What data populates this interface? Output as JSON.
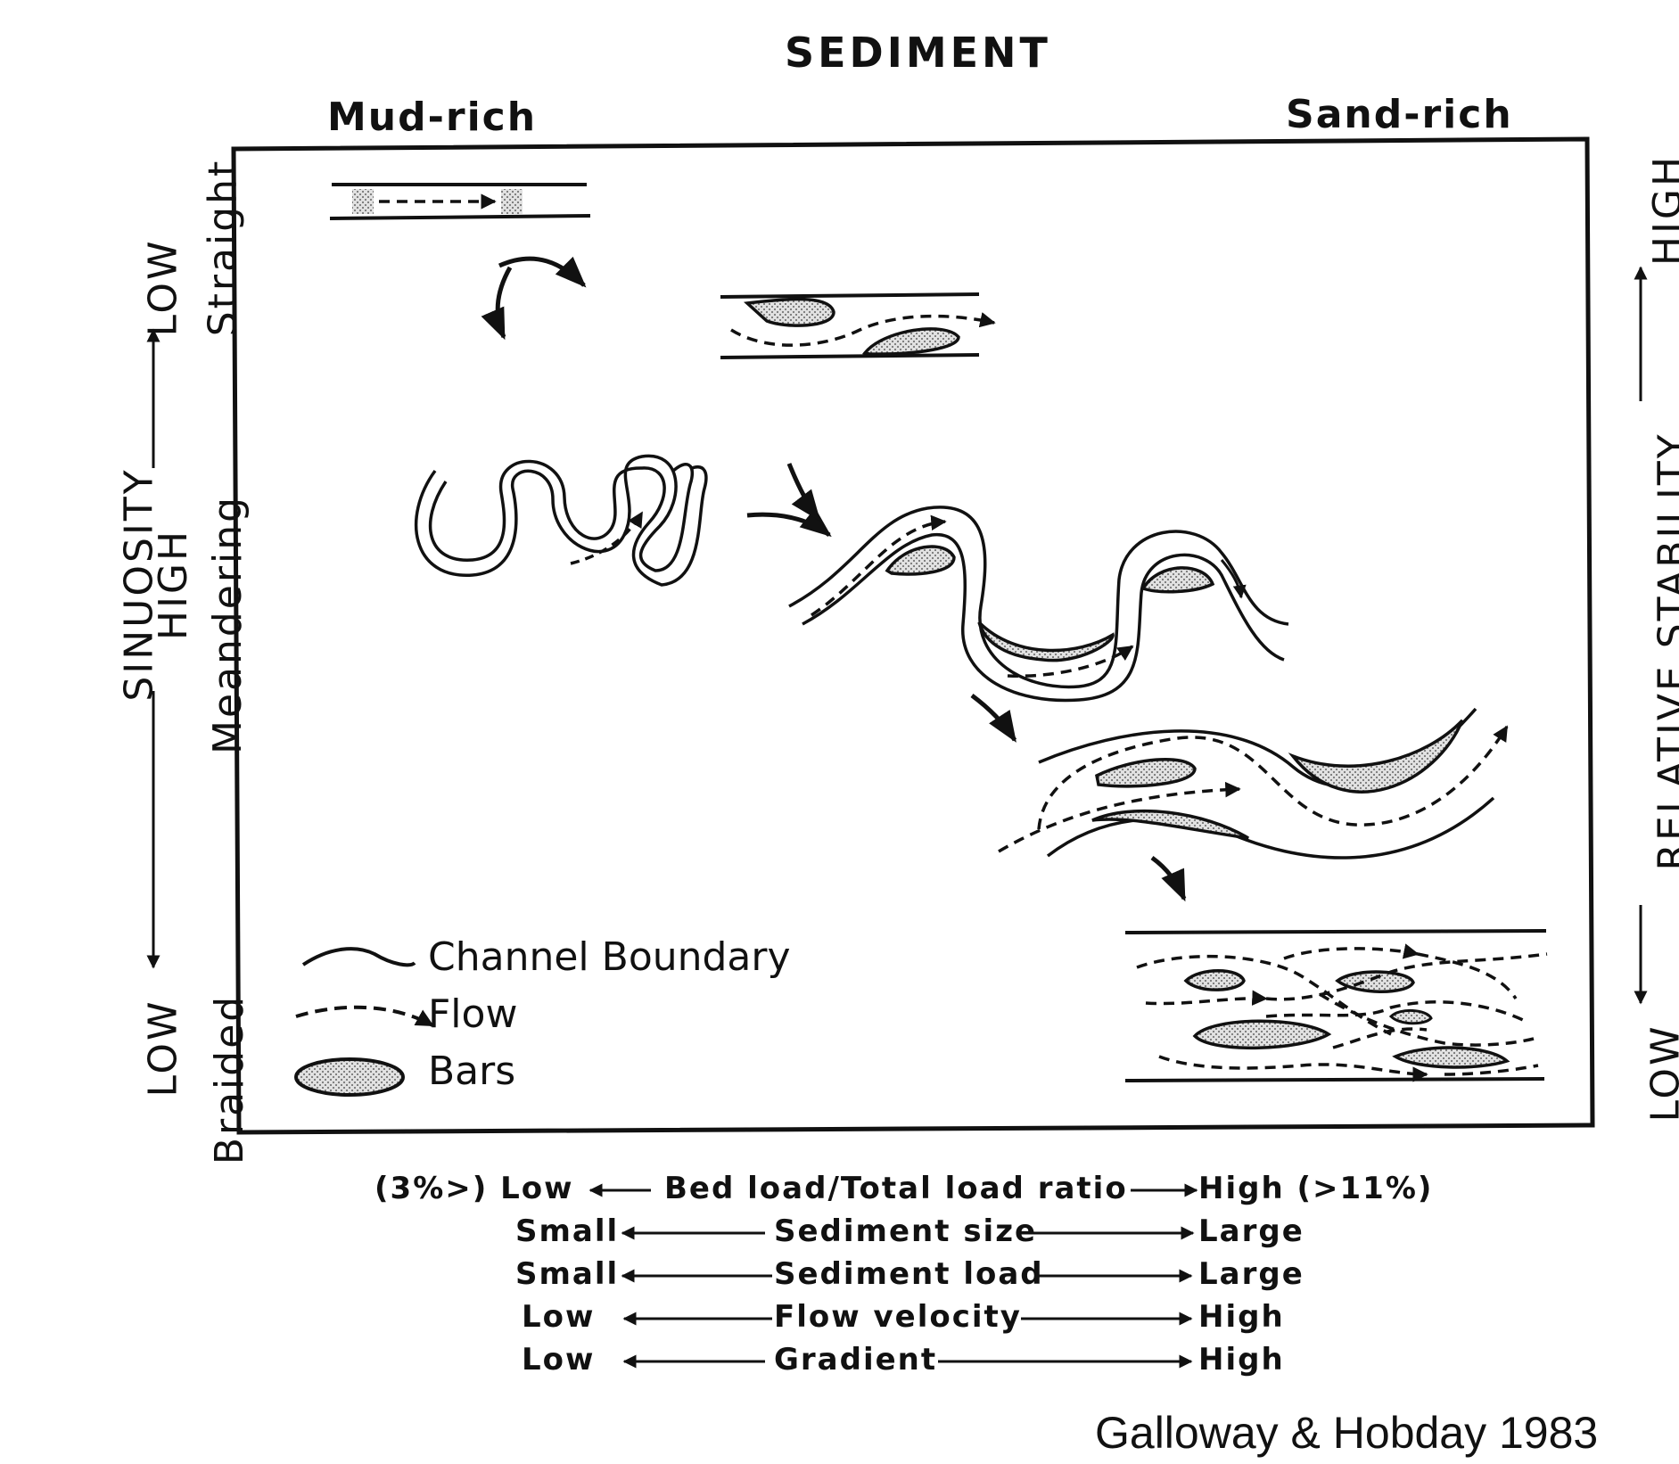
{
  "title": "SEDIMENT",
  "sediment_axis": {
    "left": "Mud-rich",
    "right": "Sand-rich"
  },
  "sinuosity_axis": {
    "title": "SINUOSITY",
    "top_value": "LOW",
    "middle_value": "HIGH",
    "bottom_value": "LOW",
    "straight": "Straight",
    "meandering": "Meandering",
    "braided": "Braided"
  },
  "stability_axis": {
    "title": "RELATIVE STABILITY",
    "high": "HIGH",
    "low": "LOW"
  },
  "legend": {
    "channel_boundary": "Channel Boundary",
    "flow": "Flow",
    "bars": "Bars"
  },
  "trends": [
    {
      "left": "(3%>) Low",
      "label": "Bed load/Total load ratio",
      "right": "High (>11%)"
    },
    {
      "left": "Small",
      "label": "Sediment size",
      "right": "Large"
    },
    {
      "left": "Small",
      "label": "Sediment load",
      "right": "Large"
    },
    {
      "left": "Low",
      "label": "Flow velocity",
      "right": "High"
    },
    {
      "left": "Low",
      "label": "Gradient",
      "right": "High"
    }
  ],
  "credit": "Galloway & Hobday 1983",
  "colors": {
    "ink": "#111111",
    "bar_fill": "#c8c8c8",
    "background": "#ffffff"
  }
}
